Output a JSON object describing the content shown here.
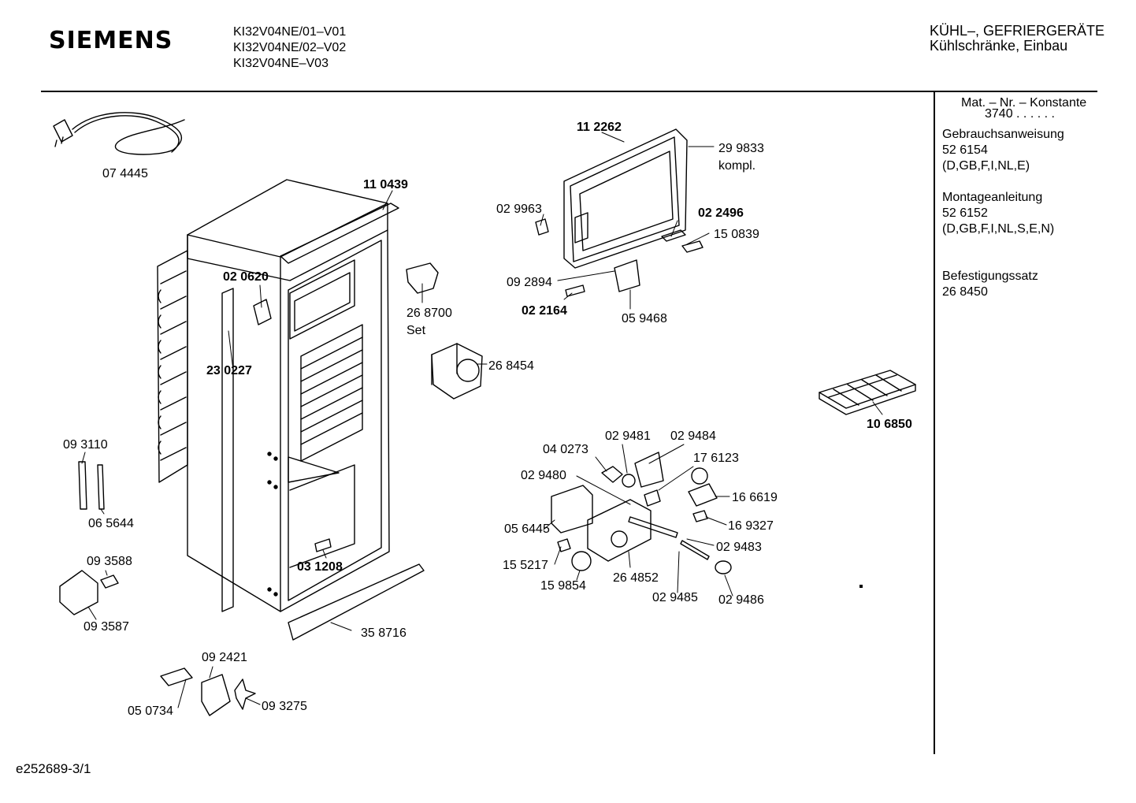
{
  "header": {
    "brand": "SIEMENS",
    "models": [
      "KI32V04NE/01–V01",
      "KI32V04NE/02–V02",
      "KI32V04NE–V03"
    ],
    "category_line1": "KÜHL–, GEFRIERGERÄTE",
    "category_line2": "Kühlschränke, Einbau"
  },
  "sidebar": {
    "mat_label": "Mat. – Nr. – Konstante",
    "mat_value": "3740  .  .  .  .  .  .",
    "entries": [
      {
        "title": "Gebrauchsanweisung",
        "number": "52 6154",
        "langs": "(D,GB,F,I,NL,E)"
      },
      {
        "title": "Montageanleitung",
        "number": "52 6152",
        "langs": "(D,GB,F,I,NL,S,E,N)"
      },
      {
        "title": "Befestigungssatz",
        "number": "26 8450"
      }
    ]
  },
  "parts": {
    "p074445": "07 4445",
    "p110439": "11 0439",
    "p020620": "02 0620",
    "p230227": "23 0227",
    "p268700": "26 8700",
    "p268700_note": "Set",
    "p268454": "26 8454",
    "p112262": "11 2262",
    "p299833": "29 9833",
    "p299833_note": "kompl.",
    "p029963": "02 9963",
    "p022496": "02 2496",
    "p150839": "15 0839",
    "p092894": "09 2894",
    "p022164": "02 2164",
    "p059468": "05 9468",
    "p106850": "10 6850",
    "p093110": "09 3110",
    "p065644": "06 5644",
    "p093588": "09 3588",
    "p093587": "09 3587",
    "p031208": "03 1208",
    "p358716": "35 8716",
    "p092421": "09 2421",
    "p050734": "05 0734",
    "p093275": "09 3275",
    "p040273": "04 0273",
    "p029481": "02 9481",
    "p029484": "02 9484",
    "p176123": "17 6123",
    "p029480": "02 9480",
    "p166619": "16 6619",
    "p056445": "05 6445",
    "p169327": "16 9327",
    "p029483": "02 9483",
    "p155217": "15 5217",
    "p264852": "26 4852",
    "p159854": "15 9854",
    "p029485": "02 9485",
    "p029486": "02 9486"
  },
  "footer": {
    "doc_id": "e252689-3/1"
  }
}
